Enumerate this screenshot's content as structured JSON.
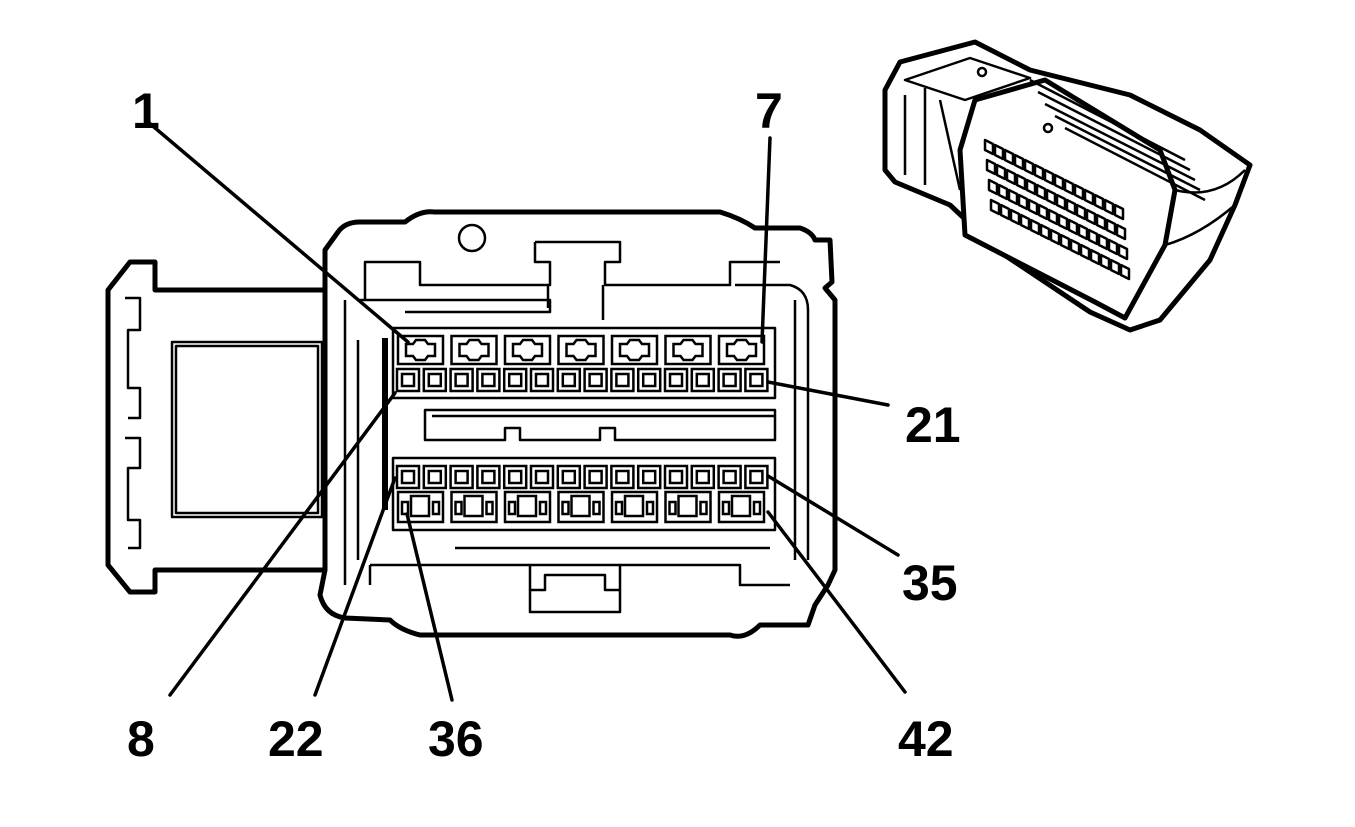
{
  "pin_labels": {
    "pin_1": "1",
    "pin_7": "7",
    "pin_21": "21",
    "pin_35": "35",
    "pin_8": "8",
    "pin_22": "22",
    "pin_36": "36",
    "pin_42": "42"
  },
  "icons": {
    "connector_face": "connector-face-drawing",
    "connector_iso": "connector-isometric-drawing"
  }
}
